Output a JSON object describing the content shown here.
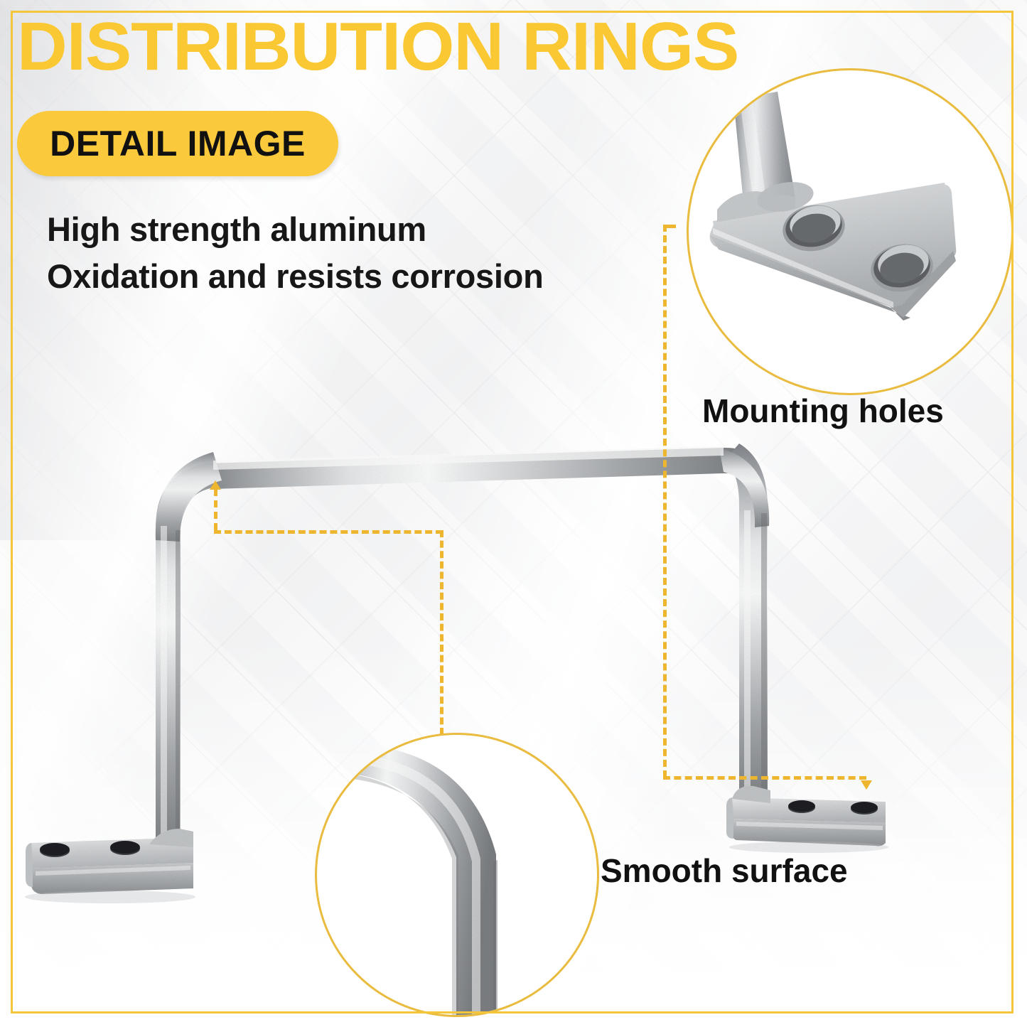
{
  "page": {
    "title": "DISTRIBUTION RINGS",
    "badge_label": "DETAIL IMAGE",
    "headline_lines": [
      "High strength aluminum",
      "Oxidation and resists corrosion"
    ]
  },
  "callouts": [
    {
      "id": "mounting-holes",
      "label": "Mounting holes",
      "target": "right mounting foot hole"
    },
    {
      "id": "smooth-surface",
      "label": "Smooth surface",
      "target": "tube bend radius"
    }
  ],
  "detail_circles": [
    {
      "id": "mounting-foot-detail",
      "depicts": "aluminum mounting foot with two bolt holes",
      "holes": 2
    },
    {
      "id": "tube-bend-detail",
      "depicts": "smooth brushed aluminum tube bend",
      "holes": 0
    }
  ],
  "product": {
    "name": "distribution ring",
    "shape": "inverted-u-bracket",
    "material": "aluminum",
    "feet": 2,
    "holes_per_foot": 2
  },
  "colors": {
    "brand_yellow": "#f9c833",
    "badge_yellow": "#fac93c",
    "frame_yellow": "#f3c63c",
    "dash_yellow": "#eeb52f",
    "ring_gold": "#e9bb3e",
    "text_black": "#171717",
    "metal_light": "#fbfcfc",
    "metal_mid": "#b9bcbe",
    "metal_dark": "#7e8184",
    "background": "#fdfdfd"
  }
}
